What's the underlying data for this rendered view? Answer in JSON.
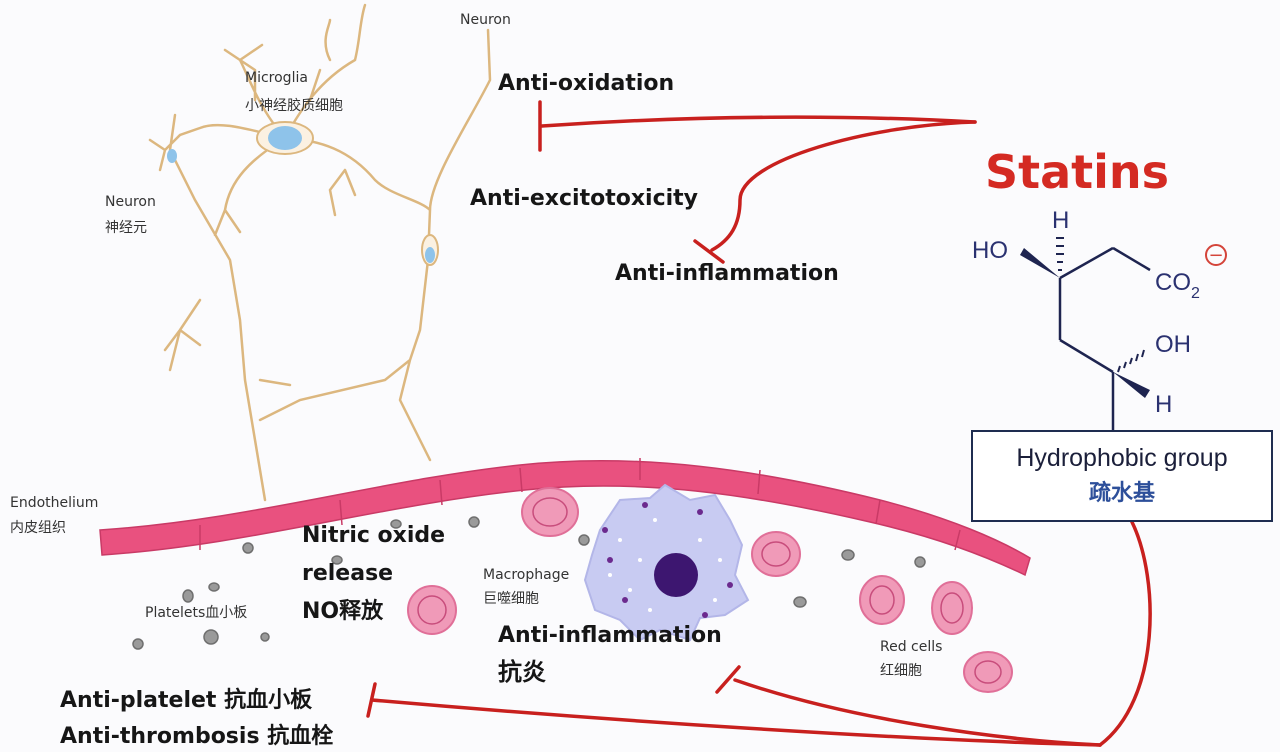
{
  "title": "Statins",
  "effects": {
    "anti_oxidation": "Anti-oxidation",
    "anti_excitotoxicity": "Anti-excitotoxicity",
    "anti_inflammation_top": "Anti-inflammation",
    "nitric_oxide_1": "Nitric oxide",
    "nitric_oxide_2": "release",
    "nitric_oxide_3": "NO释放",
    "anti_inflammation_bottom": "Anti-inflammation",
    "anti_inflammation_bottom_cn": "抗炎",
    "anti_platelet": "Anti-platelet 抗血小板",
    "anti_thrombosis": "Anti-thrombosis 抗血栓"
  },
  "labels": {
    "neuron_top": "Neuron",
    "microglia": "Microglia",
    "microglia_cn": "小神经胶质细胞",
    "neuron_left": "Neuron",
    "neuron_left_cn": "神经元",
    "endothelium": "Endothelium",
    "endothelium_cn": "内皮组织",
    "platelets": "Platelets血小板",
    "macrophage": "Macrophage",
    "macrophage_cn": "巨噬细胞",
    "red_cells": "Red cells",
    "red_cells_cn": "红细胞"
  },
  "molecule": {
    "h_top": "H",
    "ho": "HO",
    "co2": "CO",
    "co2_sub": "2",
    "charge": "−",
    "oh": "OH",
    "h_bottom": "H",
    "group_label": "Hydrophobic group",
    "group_label_cn": "疏水基"
  },
  "colors": {
    "accent_red": "#d42a22",
    "membrane": "#e9517f",
    "molecule": "#2a3170"
  }
}
